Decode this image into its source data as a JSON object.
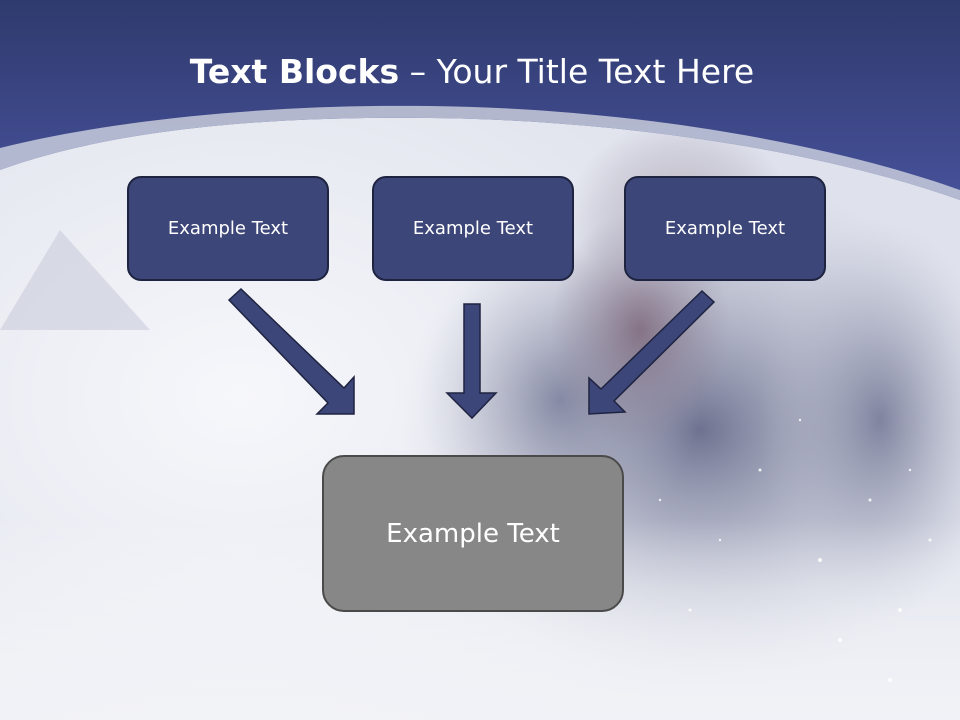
{
  "slide": {
    "title_bold": "Text Blocks",
    "title_rest": " – Your Title Text Here"
  },
  "blocks": [
    {
      "label": "Example Text"
    },
    {
      "label": "Example Text"
    },
    {
      "label": "Example Text"
    }
  ],
  "result_block": {
    "label": "Example Text"
  },
  "colors": {
    "header": "#3f4a87",
    "block_fill": "#3c4679",
    "arrow": "#3c4679",
    "result_fill": "#878787"
  }
}
